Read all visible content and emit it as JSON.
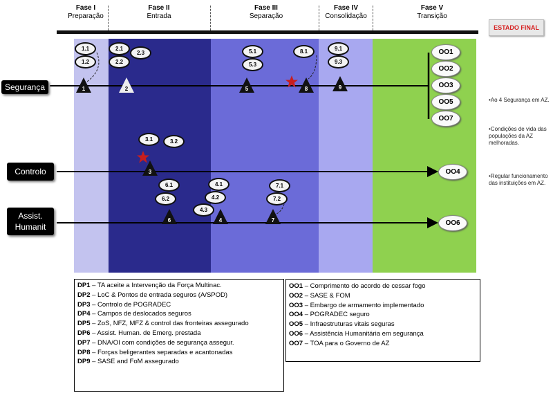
{
  "phases": [
    {
      "name": "Fase I",
      "sub": "Preparação"
    },
    {
      "name": "Fase II",
      "sub": "Entrada"
    },
    {
      "name": "Fase III",
      "sub": "Separação"
    },
    {
      "name": "Fase IV",
      "sub": "Consolidação"
    },
    {
      "name": "Fase V",
      "sub": "Transição"
    }
  ],
  "estado_final": "ESTADO FINAL",
  "lines": {
    "seguranca": "Segurança",
    "controlo": "Controlo",
    "assist": "Assist. Humanit"
  },
  "ovals": {
    "o11": "1.1",
    "o12": "1.2",
    "o21": "2.1",
    "o22": "2.2",
    "o23": "2.3",
    "o51": "5.1",
    "o53": "5.3",
    "o81": "8.1",
    "o91": "9.1",
    "o93": "9.3",
    "c31": "3.1",
    "c32": "3.2",
    "a61": "6.1",
    "a62": "6.2",
    "a41": "4.1",
    "a42": "4.2",
    "a43": "4.3",
    "a71": "7.1",
    "a72": "7.2"
  },
  "triangles": {
    "s1": "1",
    "s2": "2",
    "s5": "5",
    "s8": "8",
    "s9": "9",
    "c3": "3",
    "a6": "6",
    "a4": "4",
    "a7": "7"
  },
  "outcomes": {
    "oo1": "OO1",
    "oo2": "OO2",
    "oo3": "OO3",
    "oo5": "OO5",
    "oo7": "OO7",
    "oo4": "OO4",
    "oo6": "OO6"
  },
  "side_notes": [
    "•Ao 4 Segurança em AZ.",
    "•Condições de vida das populações da AZ melhoradas.",
    "•Regular funcionamento das instituições em AZ."
  ],
  "legend_dp": [
    {
      "code": "DP1",
      "text": " – TA aceite a Intervenção da Força Multinac."
    },
    {
      "code": "DP2",
      "text": " – LoC & Pontos de entrada seguros (A/SPOD)"
    },
    {
      "code": "DP3",
      "text": " – Controlo de POGRADEC"
    },
    {
      "code": "DP4",
      "text": " – Campos de deslocados seguros"
    },
    {
      "code": "DP5",
      "text": " – ZoS, NFZ, MFZ & control das fronteiras assegurado"
    },
    {
      "code": "DP6",
      "text": " – Assist. Human. de Emerg. prestada"
    },
    {
      "code": "DP7",
      "text": " – DNA/OI com condições de segurança assegur."
    },
    {
      "code": "DP8",
      "text": " – Forças beligerantes separadas e acantonadas"
    },
    {
      "code": "DP9",
      "text": " – SASE and FoM assegurado"
    }
  ],
  "legend_oo": [
    {
      "code": "OO1",
      "text": " – Comprimento do acordo de cessar fogo"
    },
    {
      "code": "OO2",
      "text": " – SASE & FOM"
    },
    {
      "code": "OO3",
      "text": " – Embargo de armamento implementado"
    },
    {
      "code": "OO4",
      "text": " – POGRADEC seguro"
    },
    {
      "code": "OO5",
      "text": " – Infraestruturas vitais seguras"
    },
    {
      "code": "OO6",
      "text": " – Assistência Humanitária em segurança"
    },
    {
      "code": "OO7",
      "text": " – TOA para o Governo de AZ"
    }
  ],
  "colors": {
    "fase1": "#c3c3ef",
    "fase2": "#2a2a8c",
    "fase3": "#6b6bd8",
    "fase4": "#a8a8f0",
    "fase5": "#8fd14f",
    "star": "#c81e1e"
  }
}
